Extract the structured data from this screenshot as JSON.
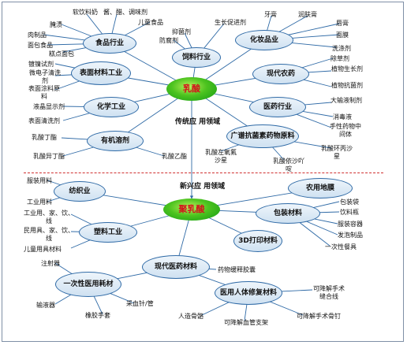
{
  "center_top": "乳酸",
  "center_bottom": "聚乳酸",
  "section_top": "传统应 用领域",
  "section_bottom": "新兴应 用领域",
  "colors": {
    "line": "#2f6aa6",
    "divider": "#d03030",
    "center_text": "#d4101b"
  },
  "top": {
    "food": {
      "title": "食品行业",
      "leaves": [
        "软饮料奶",
        "酱、醋、调味剂",
        "儿童食品",
        "腌渍",
        "肉制品",
        "面包食品",
        "糕点面包"
      ]
    },
    "feed": {
      "title": "饲料行业",
      "leaves": [
        "抑菌剂",
        "生长促进剂",
        "防腐剂"
      ]
    },
    "cosmetic": {
      "title": "化妆品业",
      "leaves": [
        "牙膏",
        "润肤膏",
        "唇膏",
        "面膜",
        "洗涤剂"
      ]
    },
    "surface": {
      "title": "表面材料工业",
      "leaves": [
        "镀镍试剂",
        "微电子清洗剂",
        "表面涂料原料"
      ]
    },
    "agri": {
      "title": "现代农药",
      "leaves": [
        "除草剂",
        "植物生长剂",
        "植物抗菌剂"
      ]
    },
    "chem": {
      "title": "化学工业",
      "leaves": [
        "液晶显示剂",
        "表面清洗剂"
      ]
    },
    "pharma": {
      "title": "医药行业",
      "leaves": [
        "大输液制剂",
        "消毒液",
        "手性药物中间体"
      ]
    },
    "solvent": {
      "title": "有机溶剂",
      "leaves": [
        "乳酸丁酯",
        "乳酸异丁酯",
        "乳酸乙酯"
      ]
    },
    "antibiotic": {
      "title": "广谱抗菌素药物原料",
      "leaves": [
        "乳酸左氧氟沙星",
        "乳酸环丙沙星",
        "乳酸依沙吖啶"
      ]
    }
  },
  "bottom": {
    "textile": {
      "title": "纺织业",
      "leaves": [
        "服装用料",
        "工业用料"
      ]
    },
    "agrifilm": {
      "title": "农用地膜",
      "leaves": []
    },
    "plastic": {
      "title": "塑料工业",
      "leaves": [
        "工业用、家、饮、线",
        "民用具、家、饮、线",
        "儿童用具材料"
      ]
    },
    "packaging": {
      "title": "包装材料",
      "leaves": [
        "包装袋",
        "饮料瓶",
        "服装容器",
        "发泡制品",
        "一次性餐具"
      ]
    },
    "print3d": {
      "title": "3D打印材料",
      "leaves": []
    },
    "medical": {
      "title": "现代医药材料",
      "leaves": [
        "药物缓释胶囊"
      ]
    },
    "disposable": {
      "title": "一次性医用耗材",
      "leaves": [
        "注射器",
        "输液器",
        "采血针/管",
        "橡胶手套"
      ]
    },
    "repair": {
      "title": "医用人体修复材料",
      "leaves": [
        "可降解手术缝合线",
        "人造骨骼",
        "可降解血管支架",
        "可降解手术骨钉"
      ]
    }
  }
}
